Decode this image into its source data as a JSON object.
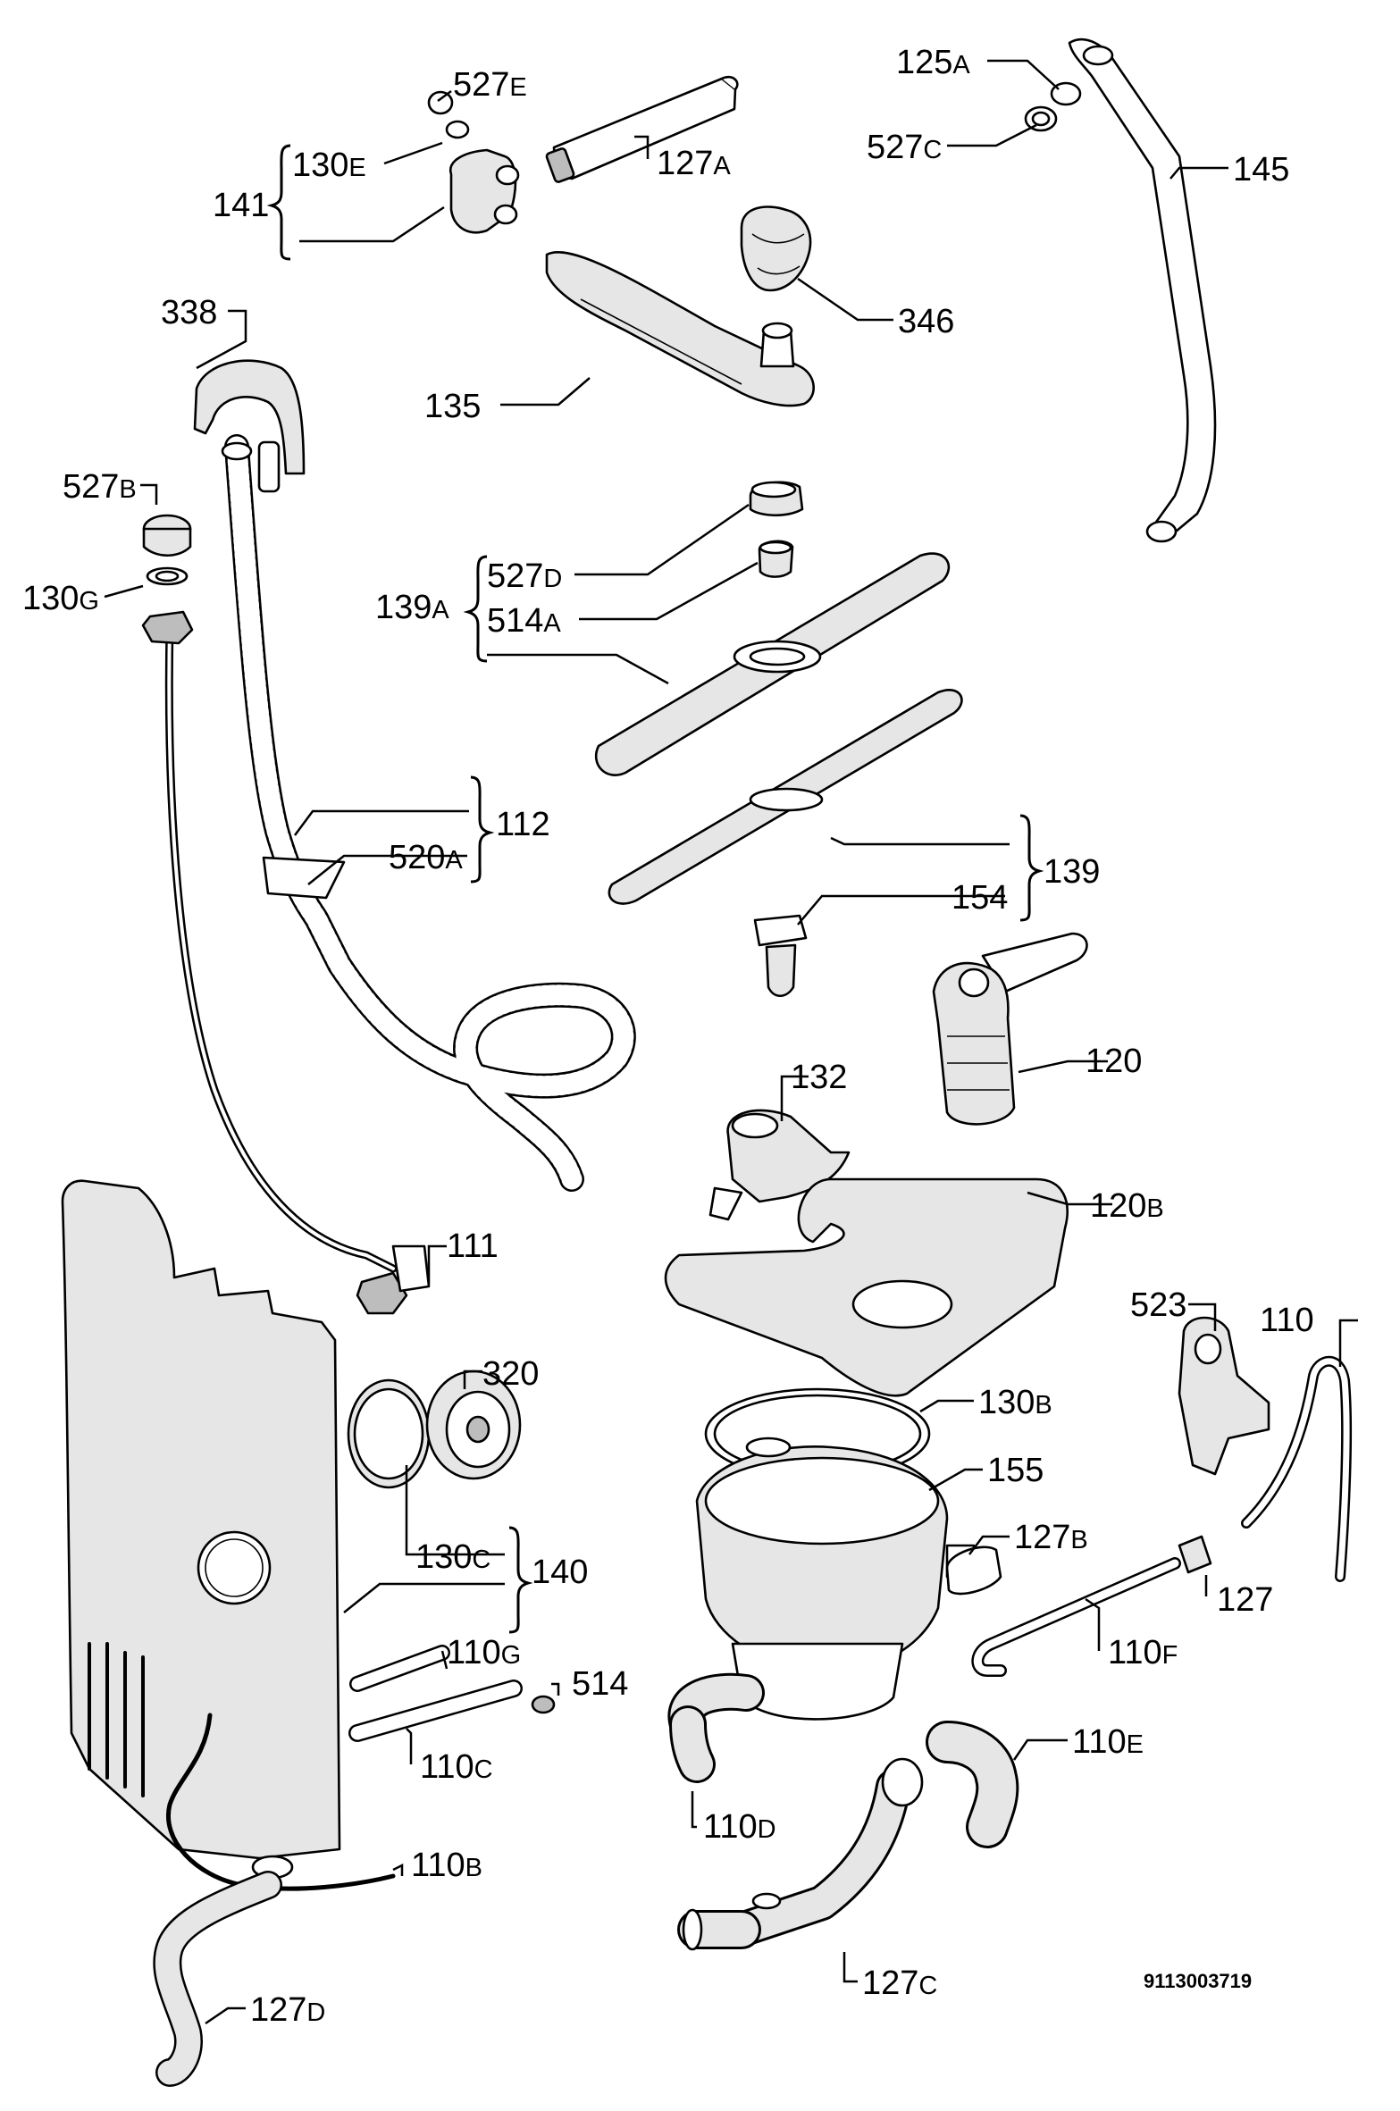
{
  "diagram": {
    "document_number": "9113003719",
    "labels": [
      {
        "id": "527e",
        "num": "527",
        "suffix": "E"
      },
      {
        "id": "130e",
        "num": "130",
        "suffix": "E"
      },
      {
        "id": "141",
        "num": "141",
        "suffix": ""
      },
      {
        "id": "127a",
        "num": "127",
        "suffix": "A"
      },
      {
        "id": "125a",
        "num": "125",
        "suffix": "A"
      },
      {
        "id": "527c",
        "num": "527",
        "suffix": "C"
      },
      {
        "id": "145",
        "num": "145",
        "suffix": ""
      },
      {
        "id": "346",
        "num": "346",
        "suffix": ""
      },
      {
        "id": "338",
        "num": "338",
        "suffix": ""
      },
      {
        "id": "135",
        "num": "135",
        "suffix": ""
      },
      {
        "id": "527b",
        "num": "527",
        "suffix": "B"
      },
      {
        "id": "130g",
        "num": "130",
        "suffix": "G"
      },
      {
        "id": "527d",
        "num": "527",
        "suffix": "D"
      },
      {
        "id": "139a",
        "num": "139",
        "suffix": "A"
      },
      {
        "id": "514a",
        "num": "514",
        "suffix": "A"
      },
      {
        "id": "112",
        "num": "112",
        "suffix": ""
      },
      {
        "id": "520a",
        "num": "520",
        "suffix": "A"
      },
      {
        "id": "139",
        "num": "139",
        "suffix": ""
      },
      {
        "id": "154",
        "num": "154",
        "suffix": ""
      },
      {
        "id": "120",
        "num": "120",
        "suffix": ""
      },
      {
        "id": "132",
        "num": "132",
        "suffix": ""
      },
      {
        "id": "120b",
        "num": "120",
        "suffix": "B"
      },
      {
        "id": "111",
        "num": "111",
        "suffix": ""
      },
      {
        "id": "523",
        "num": "523",
        "suffix": ""
      },
      {
        "id": "110",
        "num": "110",
        "suffix": ""
      },
      {
        "id": "320",
        "num": "320",
        "suffix": ""
      },
      {
        "id": "130b",
        "num": "130",
        "suffix": "B"
      },
      {
        "id": "155",
        "num": "155",
        "suffix": ""
      },
      {
        "id": "127b",
        "num": "127",
        "suffix": "B"
      },
      {
        "id": "130c",
        "num": "130",
        "suffix": "C"
      },
      {
        "id": "140",
        "num": "140",
        "suffix": ""
      },
      {
        "id": "127",
        "num": "127",
        "suffix": ""
      },
      {
        "id": "110g",
        "num": "110",
        "suffix": "G"
      },
      {
        "id": "514",
        "num": "514",
        "suffix": ""
      },
      {
        "id": "110f",
        "num": "110",
        "suffix": "F"
      },
      {
        "id": "110c",
        "num": "110",
        "suffix": "C"
      },
      {
        "id": "110e",
        "num": "110",
        "suffix": "E"
      },
      {
        "id": "110d",
        "num": "110",
        "suffix": "D"
      },
      {
        "id": "110b",
        "num": "110",
        "suffix": "B"
      },
      {
        "id": "127c",
        "num": "127",
        "suffix": "C"
      },
      {
        "id": "127d",
        "num": "127",
        "suffix": "D"
      }
    ]
  }
}
